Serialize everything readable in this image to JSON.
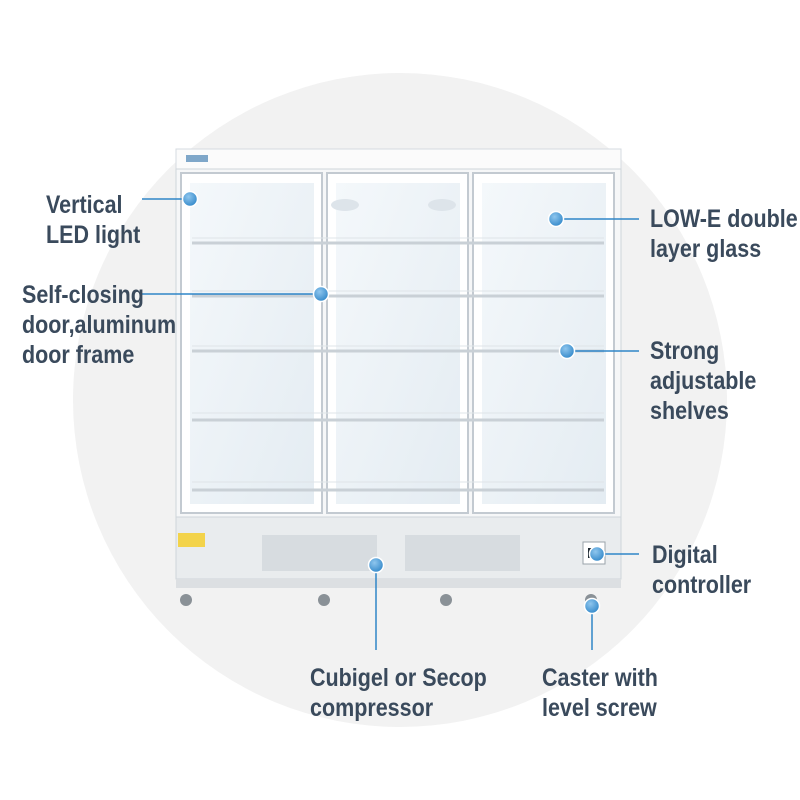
{
  "callouts": [
    {
      "id": "vertical-led-light",
      "lines": [
        "Vertical",
        "LED light"
      ]
    },
    {
      "id": "self-closing-door",
      "lines": [
        "Self-closing",
        "door,aluminum",
        "door frame"
      ]
    },
    {
      "id": "low-e-glass",
      "lines": [
        "LOW-E double",
        "layer glass"
      ]
    },
    {
      "id": "adjustable-shelves",
      "lines": [
        "Strong",
        "adjustable",
        "shelves"
      ]
    },
    {
      "id": "digital-controller",
      "lines": [
        "Digital",
        "controller"
      ]
    },
    {
      "id": "compressor",
      "lines": [
        "Cubigel or Secop",
        "compressor"
      ]
    },
    {
      "id": "caster",
      "lines": [
        "Caster with",
        "level screw"
      ]
    }
  ],
  "colors": {
    "callout_line": "#2f86c8",
    "callout_dot": "#2f86c8",
    "label_text": "#3a4a5c",
    "background_circle": "#f2f2f2"
  }
}
